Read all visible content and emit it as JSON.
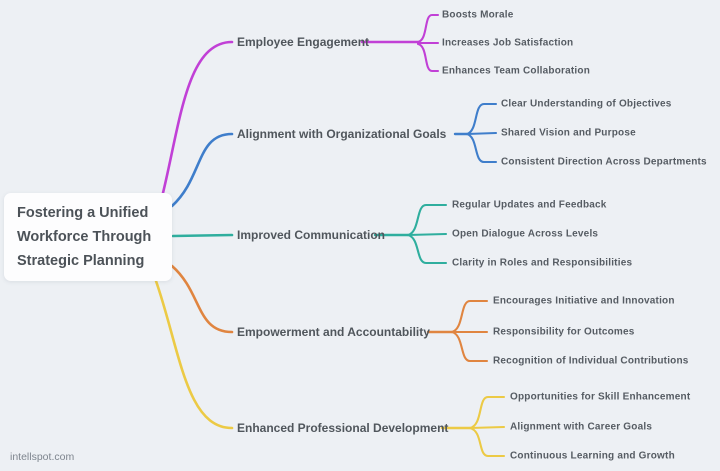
{
  "page": {
    "background": "#edf0f4",
    "watermark": "intellspot.com"
  },
  "mindmap": {
    "root": {
      "label": "Fostering a Unified Workforce Through Strategic Planning"
    },
    "branches": [
      {
        "label": "Employee Engagement",
        "color": "#c140d6",
        "children": [
          "Boosts Morale",
          "Increases Job Satisfaction",
          "Enhances Team Collaboration"
        ]
      },
      {
        "label": "Alignment with Organizational Goals",
        "color": "#3f7ecb",
        "children": [
          "Clear Understanding of Objectives",
          "Shared Vision and Purpose",
          "Consistent Direction Across Departments"
        ]
      },
      {
        "label": "Improved Communication",
        "color": "#2fae9e",
        "children": [
          "Regular Updates and Feedback",
          "Open Dialogue Across Levels",
          "Clarity in Roles and Responsibilities"
        ]
      },
      {
        "label": "Empowerment and Accountability",
        "color": "#e08540",
        "children": [
          "Encourages Initiative and Innovation",
          "Responsibility for Outcomes",
          "Recognition of Individual Contributions"
        ]
      },
      {
        "label": "Enhanced Professional Development",
        "color": "#ecca45",
        "children": [
          "Opportunities for Skill Enhancement",
          "Alignment with Career Goals",
          "Continuous Learning and Growth"
        ]
      }
    ]
  }
}
